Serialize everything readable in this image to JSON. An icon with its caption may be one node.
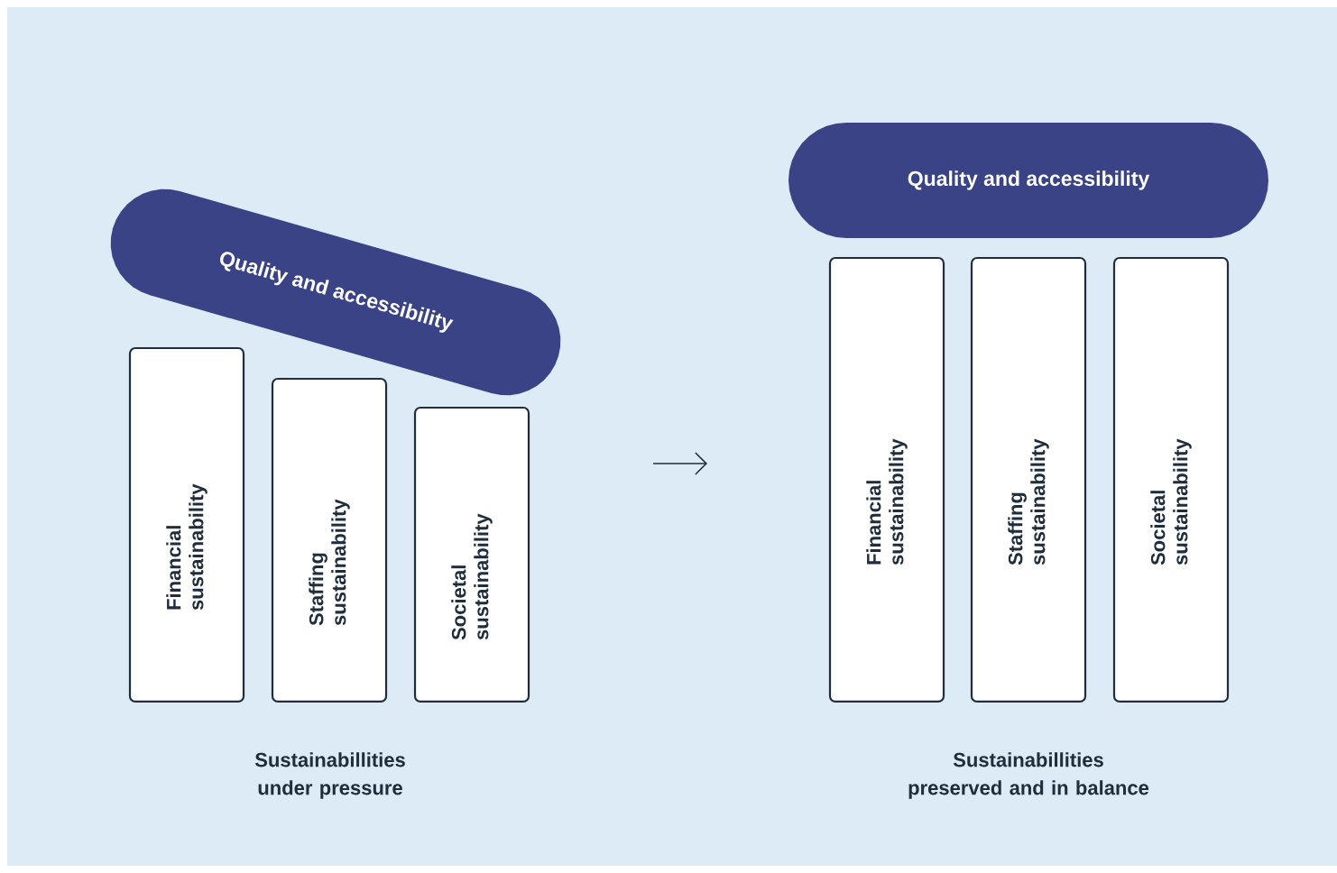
{
  "diagram": {
    "nodes": [
      {
        "text": [
          "Quality and accessibility"
        ]
      },
      {
        "text": [
          "Financial sustainability"
        ]
      },
      {
        "text": [
          "Staffing sustainability"
        ]
      },
      {
        "text": [
          "Societal sustainability"
        ]
      },
      {
        "text": [
          "Quality and accessibility"
        ]
      },
      {
        "text": [
          "Financial sustainability"
        ]
      },
      {
        "text": [
          "Staffing sustainability"
        ]
      },
      {
        "text": [
          "Societal sustainability"
        ]
      }
    ],
    "labels": [
      "Sustainabillities under pressure",
      "Sustainabillities preserved and in balance"
    ]
  }
}
